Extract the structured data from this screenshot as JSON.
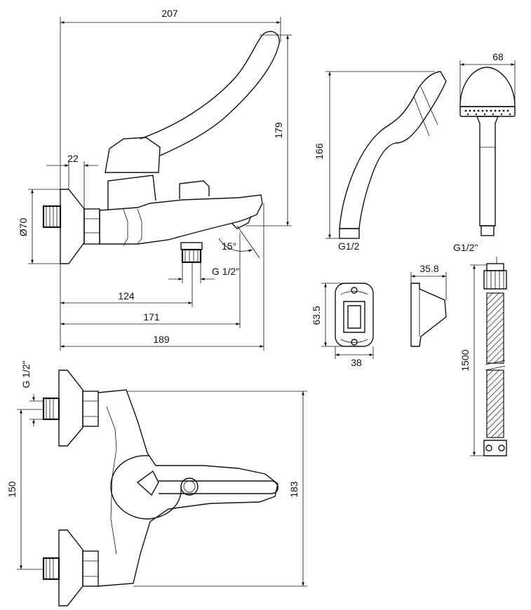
{
  "dimensions": {
    "front_total_width": "207",
    "front_height": "179",
    "wall_offset": "22",
    "flange_diameter": "Ø70",
    "outlet_thread": "G 1/2\"",
    "angle": "15°",
    "outlet_distance": "124",
    "spout_distance": "171",
    "overall_depth": "189",
    "handshower_length": "166",
    "handshower_thread": "G1/2",
    "head_diameter": "68",
    "hose_thread": "G1/2\"",
    "holder_depth": "35.8",
    "holder_height": "63.5",
    "holder_width": "38",
    "hose_length": "1500",
    "top_thread": "G 1/2\"",
    "centre_distance": "150",
    "top_height": "183"
  }
}
